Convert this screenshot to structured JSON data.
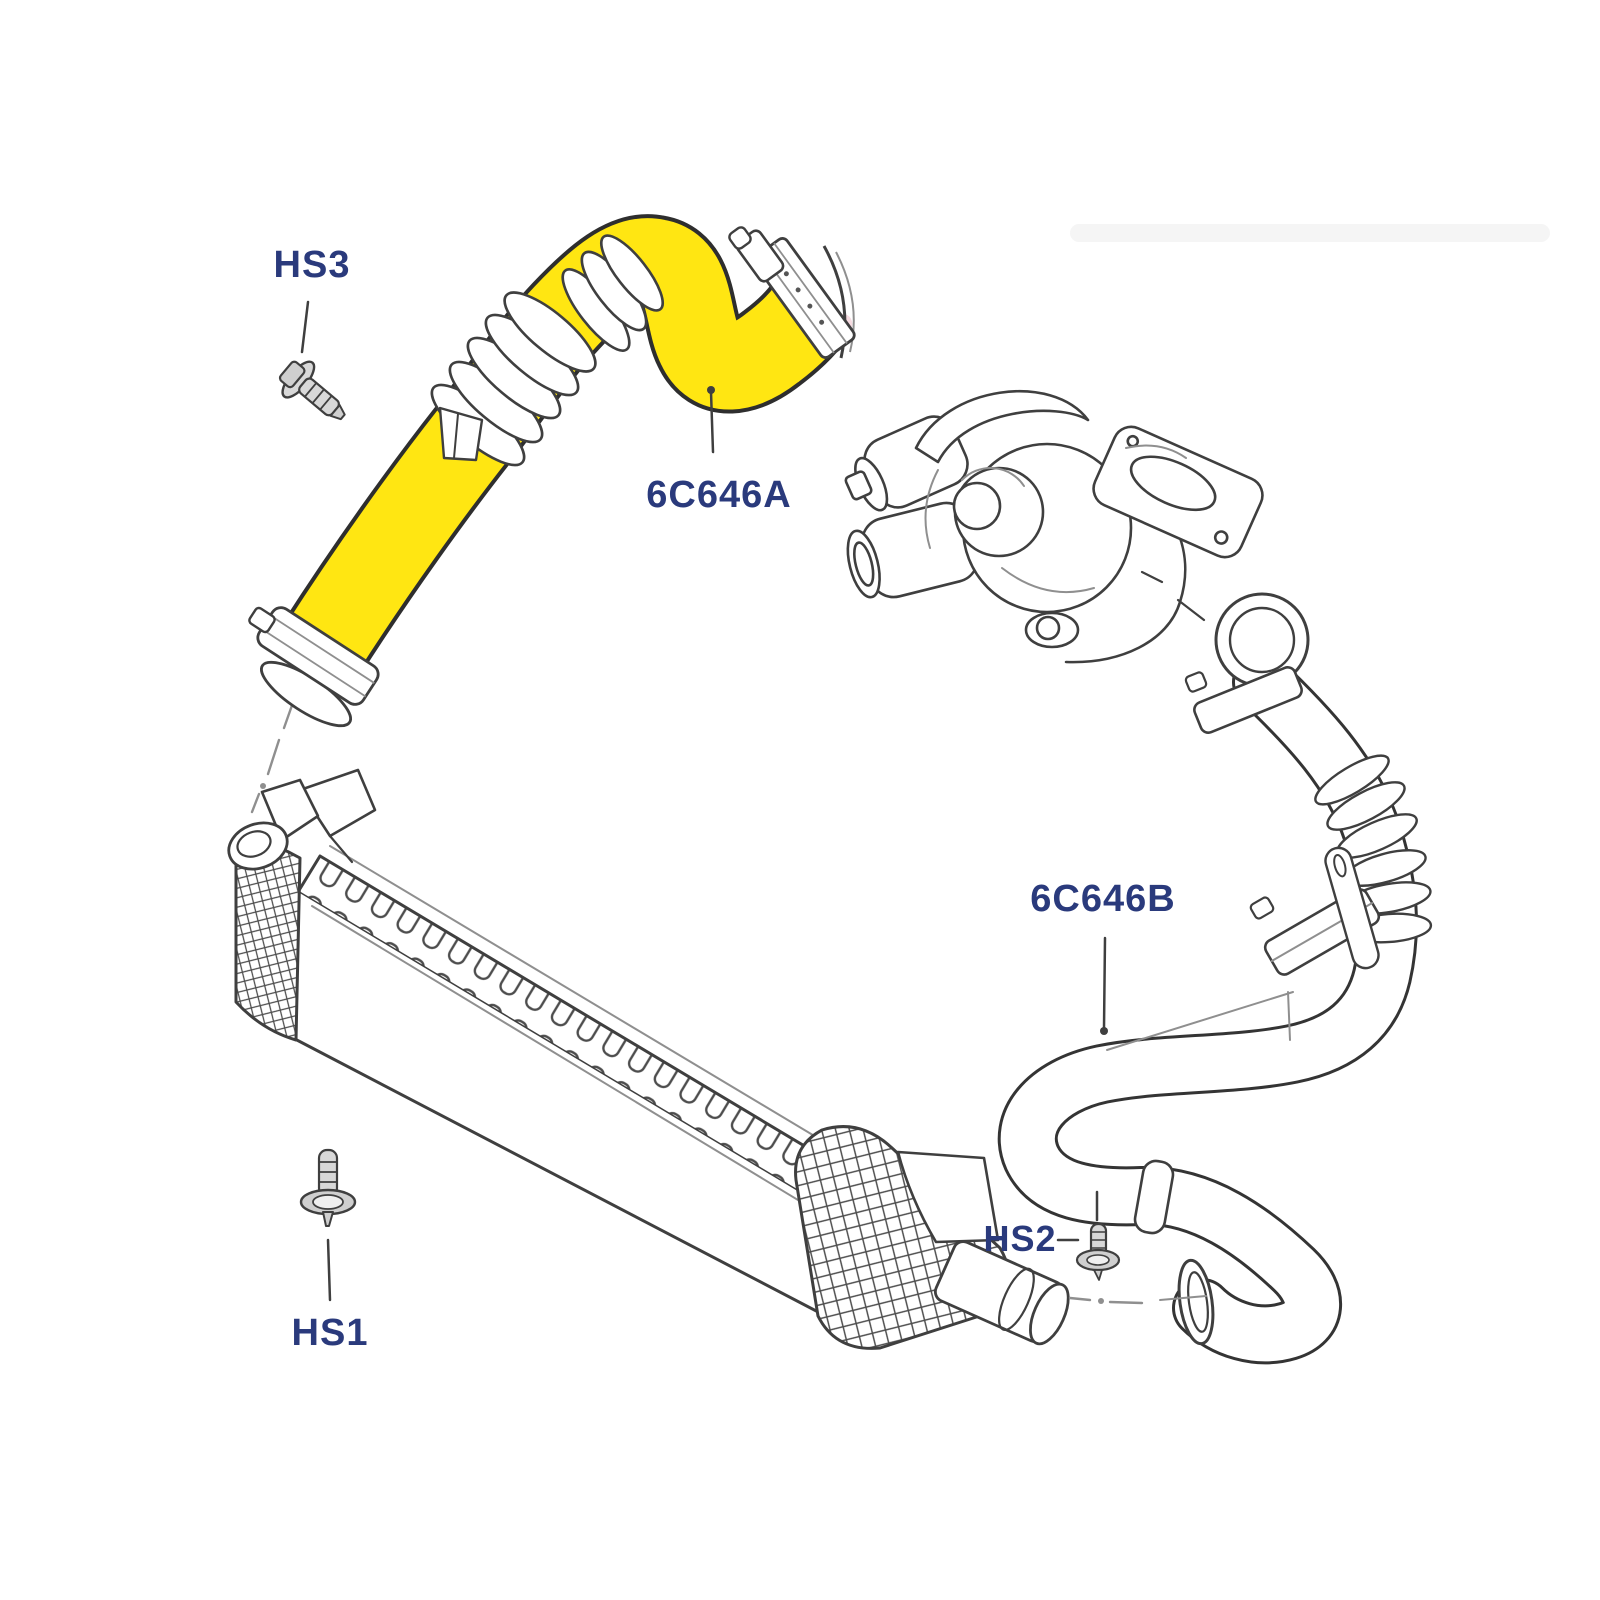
{
  "diagram": {
    "type": "exploded-parts-diagram",
    "background": "#ffffff",
    "labels": {
      "hs3": "HS3",
      "hs1": "HS1",
      "hs2": "HS2",
      "part_a": "6C646A",
      "part_b": "6C646B"
    }
  },
  "colors": {
    "highlight": "#ffe612",
    "label": "#2a3a7c",
    "line": "#3f3f3f",
    "line-light": "#8f8f8f"
  }
}
